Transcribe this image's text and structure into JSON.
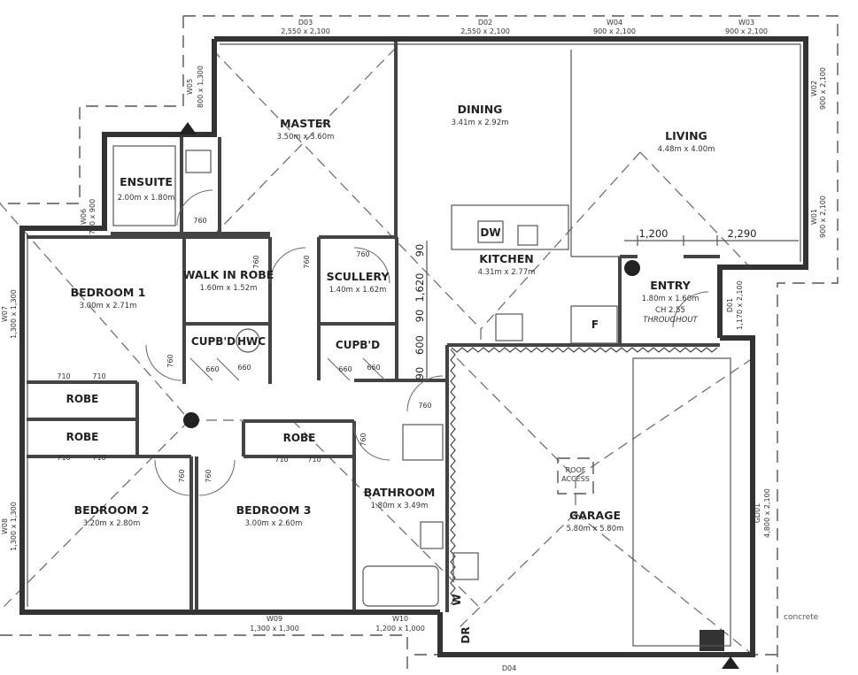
{
  "rooms": {
    "master": {
      "name": "MASTER",
      "dims": "3.50m x 3.60m"
    },
    "dining": {
      "name": "DINING",
      "dims": "3.41m x 2.92m"
    },
    "living": {
      "name": "LIVING",
      "dims": "4.48m x 4.00m"
    },
    "ensuite": {
      "name": "ENSUITE",
      "dims": "2.00m x 1.80m"
    },
    "walk_in_robe": {
      "name": "WALK IN ROBE",
      "dims": "1.60m x 1.52m"
    },
    "scullery": {
      "name": "SCULLERY",
      "dims": "1.40m x 1.62m"
    },
    "kitchen": {
      "name": "KITCHEN",
      "dims": "4.31m x 2.77m"
    },
    "entry": {
      "name": "ENTRY",
      "dims": "1.80m x 1.60m",
      "note1": "CH 2.55",
      "note2": "THROUGHOUT"
    },
    "bedroom1": {
      "name": "BEDROOM 1",
      "dims": "3.00m x 2.71m"
    },
    "bedroom2": {
      "name": "BEDROOM 2",
      "dims": "3.20m x 2.80m"
    },
    "bedroom3": {
      "name": "BEDROOM 3",
      "dims": "3.00m x 2.60m"
    },
    "bathroom": {
      "name": "BATHROOM",
      "dims": "1.80m x 3.49m"
    },
    "garage": {
      "name": "GARAGE",
      "dims": "5.80m x 5.80m"
    }
  },
  "small_labels": {
    "cupbd_left": "CUPB'D",
    "hwc": "HWC",
    "cupbd_right": "CUPB'D",
    "robe1": "ROBE",
    "robe2": "ROBE",
    "robe3": "ROBE",
    "dw": "DW",
    "fridge": "F",
    "w": "W",
    "dr": "DR",
    "roof_access1": "ROOF",
    "roof_access2": "ACCESS",
    "concrete": "concrete"
  },
  "windows": {
    "d03": {
      "id": "D03",
      "size": "2,550 x 2,100"
    },
    "d02": {
      "id": "D02",
      "size": "2,550 x 2,100"
    },
    "w04": {
      "id": "W04",
      "size": "900 x 2,100"
    },
    "w03": {
      "id": "W03",
      "size": "900 x 2,100"
    },
    "w05": {
      "id": "W05",
      "size": "800 x 1,300"
    },
    "w06": {
      "id": "W06",
      "size": "700 x 900"
    },
    "w02": {
      "id": "W02",
      "size": "900 x 2,100"
    },
    "w01": {
      "id": "W01",
      "size": "900 x 2,100"
    },
    "w07": {
      "id": "W07",
      "size": "1,300 x 1,300"
    },
    "w08": {
      "id": "W08",
      "size": "1,300 x 1,300"
    },
    "d01": {
      "id": "D01",
      "size": "1,170 x 2,100"
    },
    "gd01": {
      "id": "GD01",
      "size": "4,800 x 2,100"
    },
    "w09": {
      "id": "W09",
      "size": "1,300 x 1,300"
    },
    "w10": {
      "id": "W10",
      "size": "1,200 x 1,000"
    },
    "d04": {
      "id": "D04",
      "size": ""
    }
  },
  "dimensions": {
    "entry_w1": "1,200",
    "entry_w2": "2,290",
    "kitchen_v1": "1,620",
    "kitchen_v2": "90",
    "kitchen_v3": "90",
    "kitchen_v4": "600",
    "kitchen_v5": "90",
    "door_760_a": "760",
    "door_760_b": "760",
    "door_760_c": "760",
    "door_760_d": "760",
    "door_760_e": "760",
    "door_760_f": "760",
    "door_760_g": "760",
    "door_760_h": "760",
    "door_760_i": "760",
    "door_660_a": "660",
    "door_660_b": "660",
    "door_660_c": "660",
    "door_660_d": "660",
    "robe_710_a": "710",
    "robe_710_b": "710",
    "robe_710_c": "710",
    "robe_710_d": "710",
    "robe_710_e": "710",
    "robe_710_f": "710"
  }
}
